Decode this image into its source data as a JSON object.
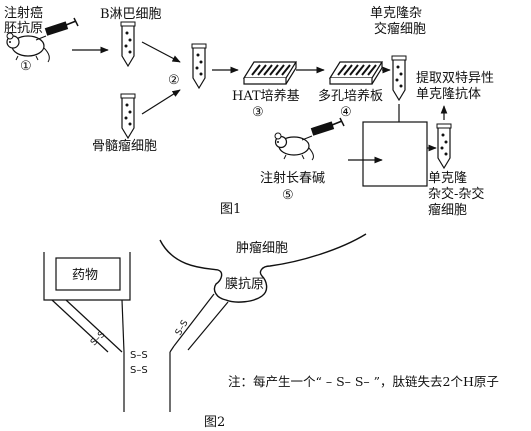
{
  "figure1": {
    "caption": "图1",
    "labels": {
      "inject_tumor_line1": "注射癌",
      "inject_tumor_line2": "胚抗原",
      "step1": "①",
      "b_cell": "B淋巴细胞",
      "myeloma": "骨髓瘤细胞",
      "step2": "②",
      "hat": "HAT培养基",
      "step3": "③",
      "multiwell": "多孔培养板",
      "step4": "④",
      "mono_hybrid_line1": "单克隆杂",
      "mono_hybrid_line2": "交瘤细胞",
      "extract_line1": "提取双特异性",
      "extract_line2": "单克隆抗体",
      "inject_vinc": "注射长春碱",
      "step5": "⑤",
      "hh_line1": "单克隆",
      "hh_line2": "杂交-杂交",
      "hh_line3": "瘤细胞"
    }
  },
  "figure2": {
    "caption": "图2",
    "labels": {
      "liver_cell": "肿瘤细胞",
      "antigen": "膜抗原",
      "drug": "药物",
      "ss_left": "S–S",
      "ss_right": "S–S",
      "ss_mid1": "S–S",
      "ss_mid2": "S–S"
    },
    "note": "注：每产生一个“ – S– S– ”，肽链失去2个H原子"
  }
}
